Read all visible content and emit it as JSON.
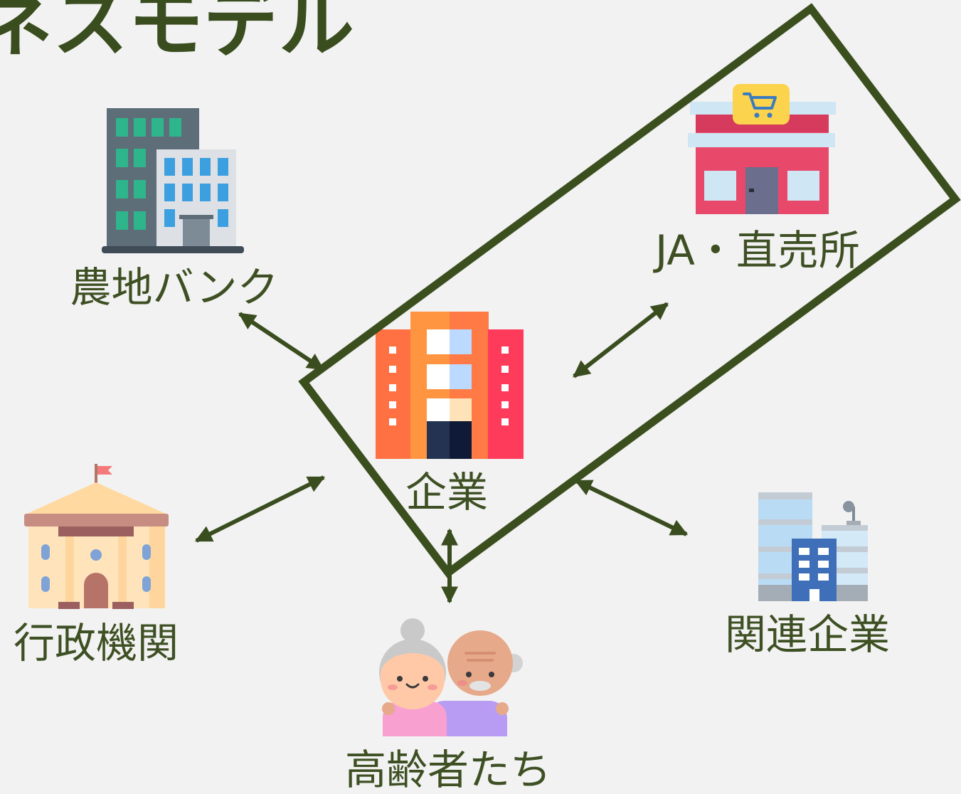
{
  "title": "ネスモデル",
  "colors": {
    "background": "#f2f2f2",
    "accent": "#3a4d1f",
    "label": "#3e5023"
  },
  "nodes": {
    "farmland_bank": {
      "label": "農地バンク",
      "icon": "office-buildings-icon"
    },
    "ja_direct_store": {
      "label": "JA・直売所",
      "icon": "shop-icon"
    },
    "company": {
      "label": "企業",
      "icon": "company-building-icon"
    },
    "government": {
      "label": "行政機関",
      "icon": "government-building-icon"
    },
    "related_company": {
      "label": "関連企業",
      "icon": "office-tower-icon"
    },
    "elderly": {
      "label": "高齢者たち",
      "icon": "elderly-couple-icon"
    }
  }
}
